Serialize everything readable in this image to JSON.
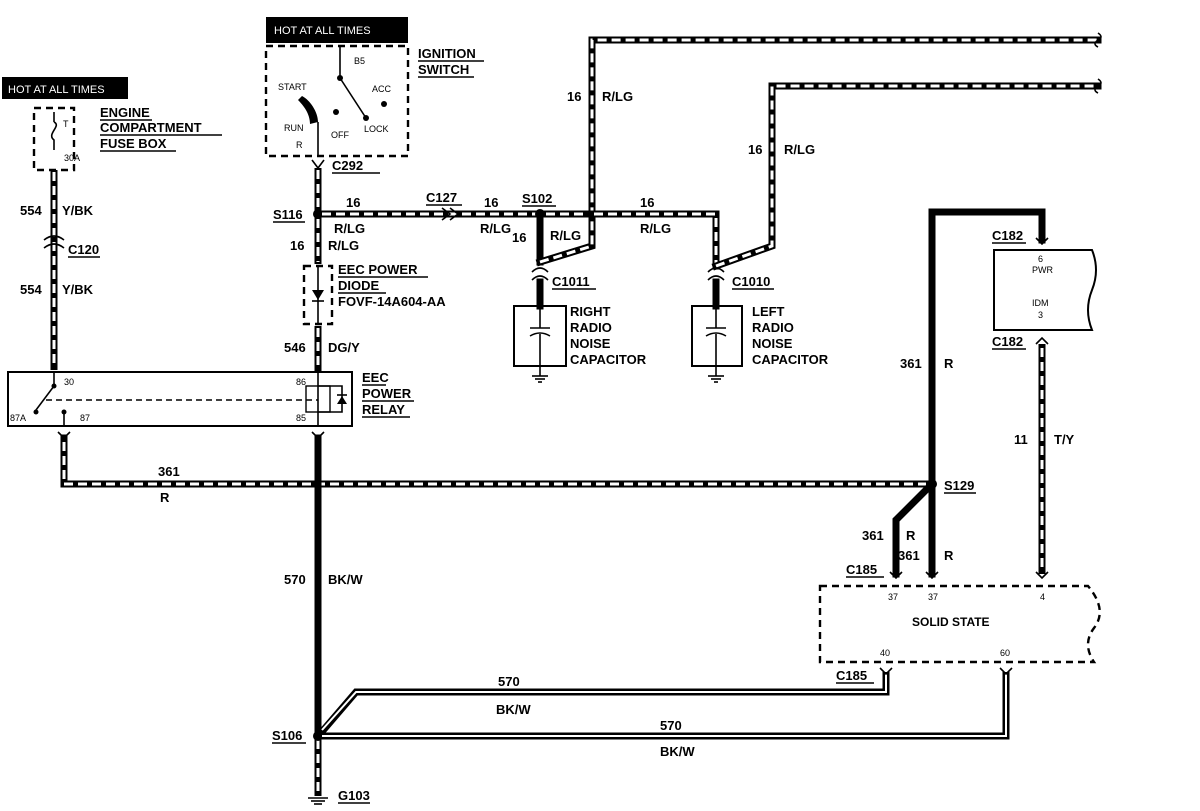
{
  "labels": {
    "hot_left": "HOT AT ALL TIMES",
    "hot_ign": "HOT AT ALL TIMES",
    "fuse_box": [
      "ENGINE",
      "COMPARTMENT",
      "FUSE BOX"
    ],
    "fuse_t": "T",
    "fuse_amp": "30A",
    "ign_switch": [
      "IGNITION",
      "SWITCH"
    ],
    "ign_b5": "B5",
    "ign_start": "START",
    "ign_acc": "ACC",
    "ign_run": "RUN",
    "ign_off": "OFF",
    "ign_lock": "LOCK",
    "ign_r": "R",
    "c292": "C292",
    "s116": "S116",
    "c127": "C127",
    "s102": "S102",
    "c1011": "C1011",
    "c1010": "C1010",
    "c120": "C120",
    "diode": [
      "EEC POWER",
      "DIODE",
      "FOVF-14A604-AA"
    ],
    "right_cap": [
      "RIGHT",
      "RADIO",
      "NOISE",
      "CAPACITOR"
    ],
    "left_cap": [
      "LEFT",
      "RADIO",
      "NOISE",
      "CAPACITOR"
    ],
    "relay": [
      "EEC",
      "POWER",
      "RELAY"
    ],
    "relay_30": "30",
    "relay_87a": "87A",
    "relay_87": "87",
    "relay_86": "86",
    "relay_85": "85",
    "c182_top": "C182",
    "c182_bot": "C182",
    "idm_6": "6",
    "idm_pwr": "PWR",
    "idm": "IDM",
    "idm_3": "3",
    "s129": "S129",
    "c185_top": "C185",
    "c185_bot": "C185",
    "solid_state": "SOLID STATE",
    "ss_37a": "37",
    "ss_37b": "37",
    "ss_4": "4",
    "ss_40": "40",
    "ss_60": "60",
    "s106": "S106",
    "g103": "G103"
  },
  "wires": {
    "w554_top": {
      "num": "554",
      "color": "Y/BK"
    },
    "w554_bot": {
      "num": "554",
      "color": "Y/BK"
    },
    "w16_s116": {
      "num": "16",
      "color": "R/LG"
    },
    "w16_c127": {
      "num": "16",
      "color": "R/LG"
    },
    "w16_s102": {
      "num": "16",
      "color": "R/LG"
    },
    "w16_right": {
      "num": "16",
      "color": "R/LG"
    },
    "w16_diode": {
      "num": "16",
      "color": "R/LG"
    },
    "w16_up1": {
      "num": "16",
      "color": "R/LG"
    },
    "w16_up2": {
      "num": "16",
      "color": "R/LG"
    },
    "w546": {
      "num": "546",
      "color": "DG/Y"
    },
    "w361_h": {
      "num": "361",
      "color": "R"
    },
    "w361_v": {
      "num": "361",
      "color": "R"
    },
    "w361_a": {
      "num": "361",
      "color": "R"
    },
    "w361_b": {
      "num": "361",
      "color": "R"
    },
    "w11": {
      "num": "11",
      "color": "T/Y"
    },
    "w570_v": {
      "num": "570",
      "color": "BK/W"
    },
    "w570_a": {
      "num": "570",
      "color": "BK/W"
    },
    "w570_b": {
      "num": "570",
      "color": "BK/W"
    }
  }
}
